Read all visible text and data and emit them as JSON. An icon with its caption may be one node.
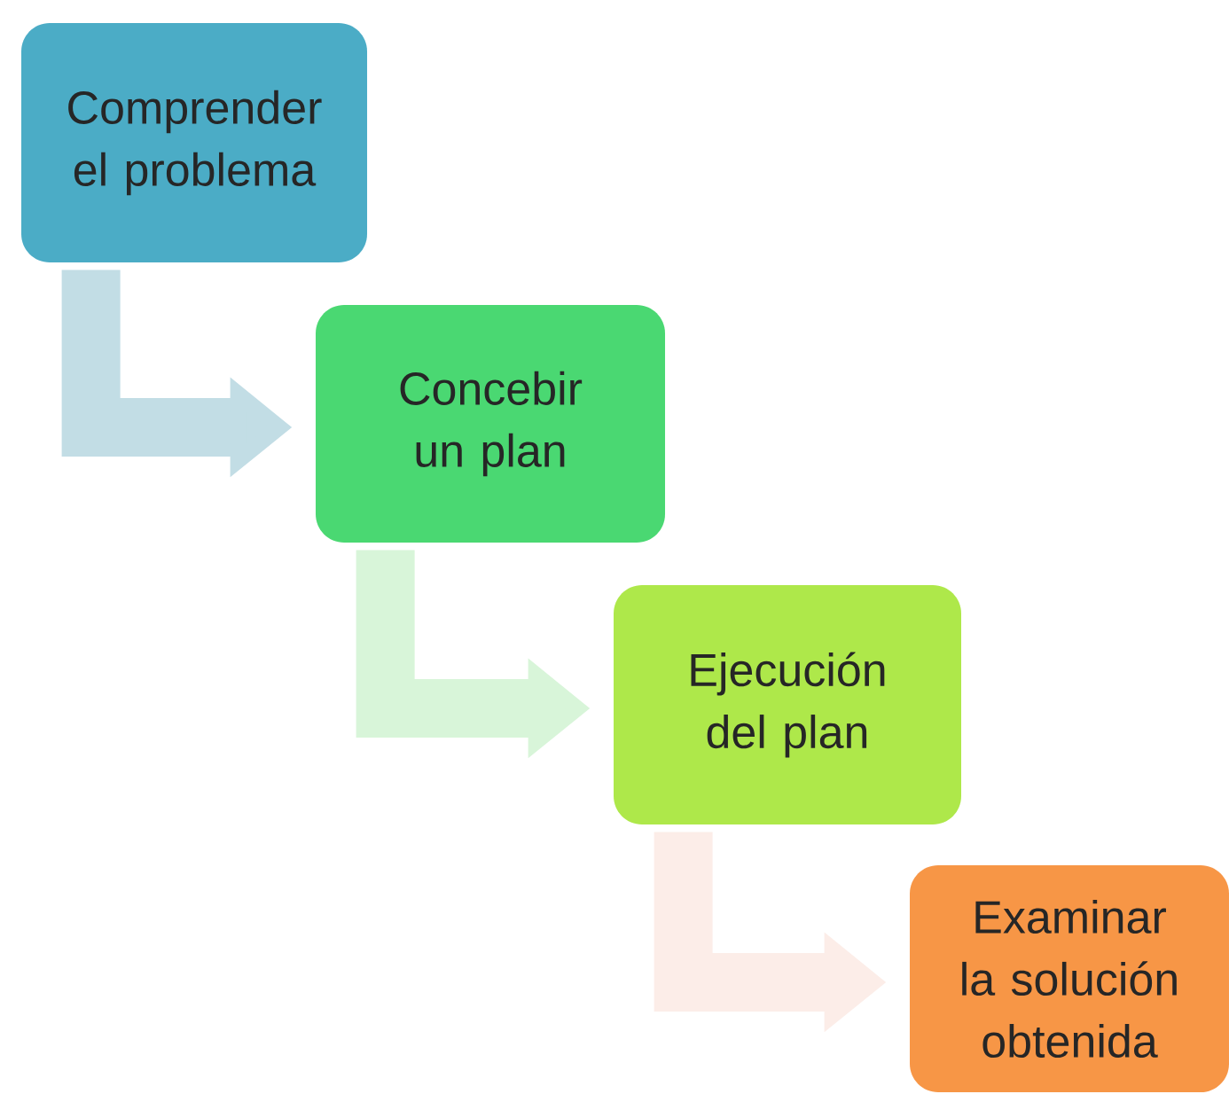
{
  "diagram": {
    "nodes": [
      {
        "text": [
          "Comprender el problema"
        ]
      },
      {
        "text": [
          "Concebir un plan"
        ]
      },
      {
        "text": [
          "Ejecución del plan"
        ]
      },
      {
        "text": [
          "Examinar la solución obtenida"
        ]
      }
    ],
    "edges": [
      {
        "from": 0,
        "to": 1,
        "arrow": "to",
        "color": "#c2dde5"
      },
      {
        "from": 1,
        "to": 2,
        "arrow": "to",
        "color": "#d8f5d9"
      },
      {
        "from": 2,
        "to": 3,
        "arrow": "to",
        "color": "#fcede8"
      }
    ]
  }
}
